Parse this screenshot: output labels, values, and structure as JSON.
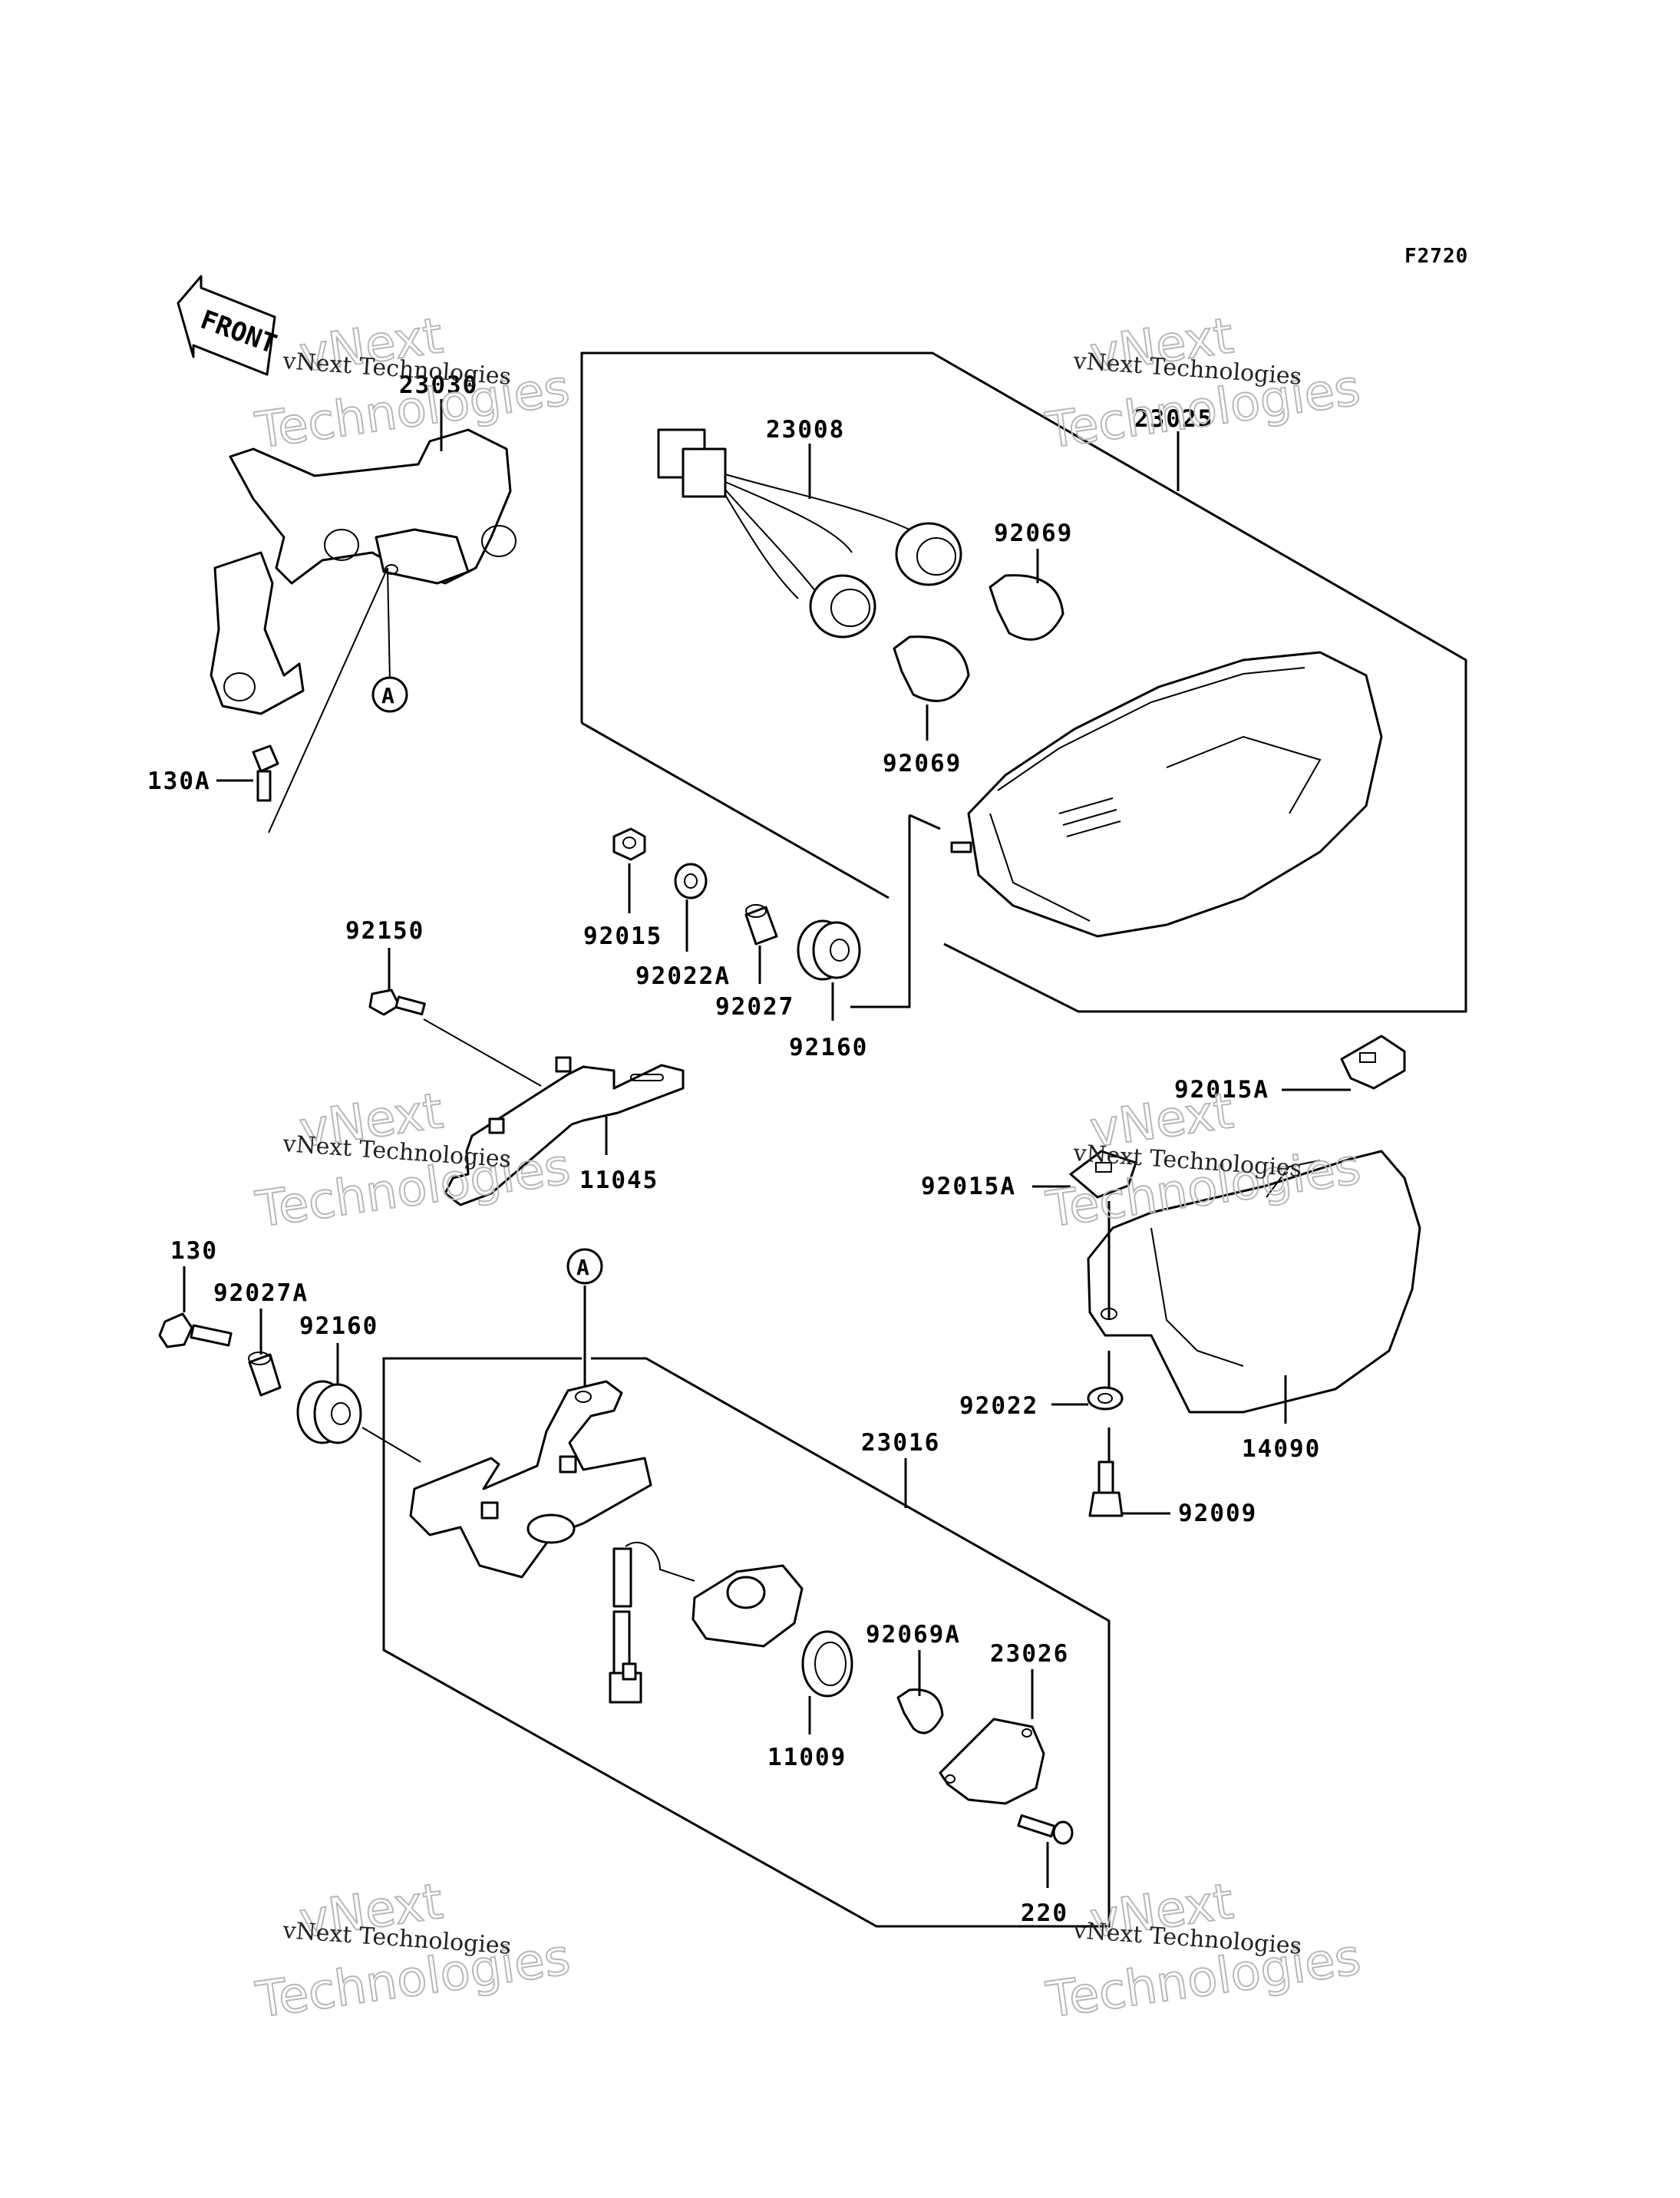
{
  "figure_code": "F2720",
  "front_arrow": {
    "label": "FRONT",
    "icon": "front-arrow-icon"
  },
  "callout_marker": "A",
  "watermark": {
    "line1": "vNext Technologies",
    "big1": "vNext",
    "big2": "Technologies"
  },
  "parts": {
    "p23030": "23030",
    "p130A": "130A",
    "p23008": "23008",
    "p23025": "23025",
    "p92069_top": "92069",
    "p92069_bot": "92069",
    "p92015": "92015",
    "p92022A": "92022A",
    "p92027": "92027",
    "p92160_top": "92160",
    "p92150": "92150",
    "p11045": "11045",
    "p92015A_top": "92015A",
    "p92015A_mid": "92015A",
    "p130": "130",
    "p92027A": "92027A",
    "p92160_bot": "92160",
    "p23016": "23016",
    "p92022": "92022",
    "p14090": "14090",
    "p92009": "92009",
    "p92069A": "92069A",
    "p23026": "23026",
    "p11009": "11009",
    "p220": "220"
  }
}
